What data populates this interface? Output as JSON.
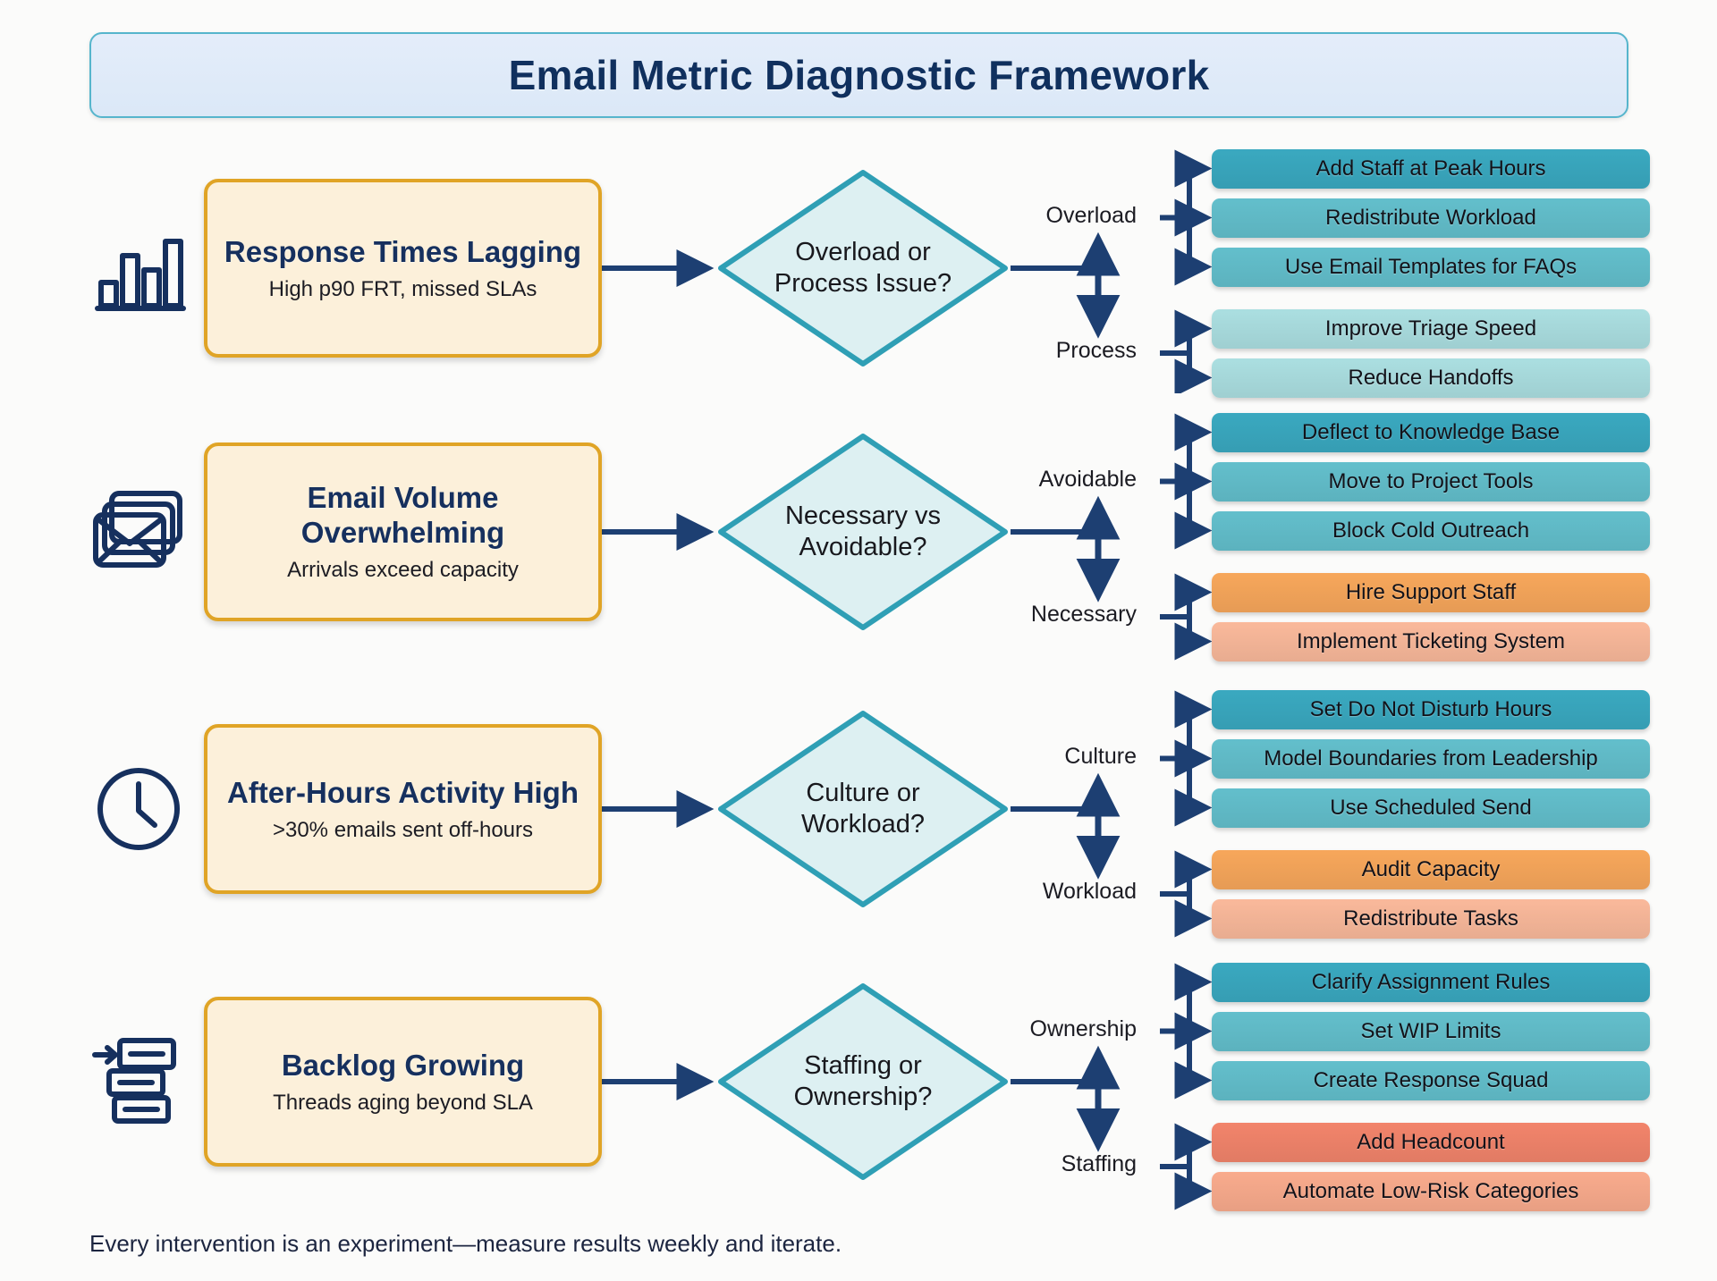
{
  "header": {
    "title": "Email Metric Diagnostic Framework"
  },
  "footer": {
    "note": "Every intervention is an experiment—measure results weekly and iterate."
  },
  "colors": {
    "background": "#fbfbfa",
    "banner_fill": "#dfeaf8",
    "banner_border": "#56b5cc",
    "title_text": "#10305e",
    "problem_fill": "#fcf0da",
    "problem_border": "#e0a426",
    "problem_title_text": "#16305e",
    "diamond_fill": "#ddf0f2",
    "diamond_border": "#2f9fb5",
    "connector": "#1d3f72",
    "action_teal_dark": "#3aa9c0",
    "action_teal_mid": "#63bfcc",
    "action_teal_pale": "#abdfe1",
    "action_orange": "#f7a75b",
    "action_salmon_light": "#fab99b",
    "action_coral": "#f2846b",
    "action_coral_light": "#f9ab8d"
  },
  "rows": [
    {
      "icon": "bar-chart-icon",
      "problem": {
        "title": "Response Times Lagging",
        "subtitle": "High p90 FRT, missed SLAs"
      },
      "decision": {
        "line1": "Overload or",
        "line2": "Process Issue?"
      },
      "branches": [
        {
          "label": "Overload",
          "actions": [
            {
              "text": "Add Staff at Peak Hours",
              "color": "#3aa9c0"
            },
            {
              "text": "Redistribute Workload",
              "color": "#63bfcc"
            },
            {
              "text": "Use Email Templates for FAQs",
              "color": "#63bfcc"
            }
          ]
        },
        {
          "label": "Process",
          "actions": [
            {
              "text": "Improve Triage Speed",
              "color": "#abdfe1"
            },
            {
              "text": "Reduce Handoffs",
              "color": "#abdfe1"
            }
          ]
        }
      ]
    },
    {
      "icon": "envelope-stack-icon",
      "problem": {
        "title": "Email Volume Overwhelming",
        "subtitle": "Arrivals exceed capacity"
      },
      "decision": {
        "line1": "Necessary vs",
        "line2": "Avoidable?"
      },
      "branches": [
        {
          "label": "Avoidable",
          "actions": [
            {
              "text": "Deflect to Knowledge Base",
              "color": "#3aa9c0"
            },
            {
              "text": "Move to Project Tools",
              "color": "#63bfcc"
            },
            {
              "text": "Block Cold Outreach",
              "color": "#63bfcc"
            }
          ]
        },
        {
          "label": "Necessary",
          "actions": [
            {
              "text": "Hire Support Staff",
              "color": "#f7a75b"
            },
            {
              "text": "Implement Ticketing System",
              "color": "#fab99b"
            }
          ]
        }
      ]
    },
    {
      "icon": "clock-icon",
      "problem": {
        "title": "After-Hours Activity High",
        "subtitle": ">30% emails sent off-hours"
      },
      "decision": {
        "line1": "Culture or",
        "line2": "Workload?"
      },
      "branches": [
        {
          "label": "Culture",
          "actions": [
            {
              "text": "Set Do Not Disturb Hours",
              "color": "#3aa9c0"
            },
            {
              "text": "Model Boundaries from Leadership",
              "color": "#63bfcc"
            },
            {
              "text": "Use Scheduled Send",
              "color": "#63bfcc"
            }
          ]
        },
        {
          "label": "Workload",
          "actions": [
            {
              "text": "Audit Capacity",
              "color": "#f7a75b"
            },
            {
              "text": "Redistribute Tasks",
              "color": "#fab99b"
            }
          ]
        }
      ]
    },
    {
      "icon": "backlog-queue-icon",
      "problem": {
        "title": "Backlog Growing",
        "subtitle": "Threads aging beyond SLA"
      },
      "decision": {
        "line1": "Staffing or",
        "line2": "Ownership?"
      },
      "branches": [
        {
          "label": "Ownership",
          "actions": [
            {
              "text": "Clarify Assignment Rules",
              "color": "#3aa9c0"
            },
            {
              "text": "Set WIP Limits",
              "color": "#63bfcc"
            },
            {
              "text": "Create Response Squad",
              "color": "#63bfcc"
            }
          ]
        },
        {
          "label": "Staffing",
          "actions": [
            {
              "text": "Add Headcount",
              "color": "#f2846b"
            },
            {
              "text": "Automate Low-Risk Categories",
              "color": "#f9ab8d"
            }
          ]
        }
      ]
    }
  ]
}
